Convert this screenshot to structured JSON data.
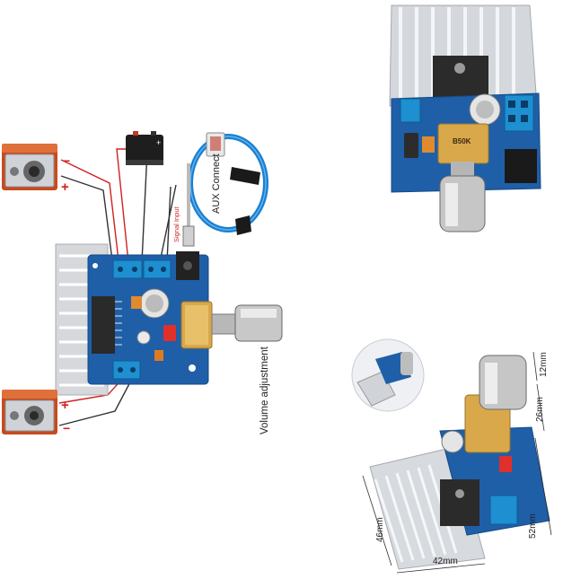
{
  "labels": {
    "minus": "−",
    "plus": "+",
    "aux_connect": "AUX Connect",
    "signal_input": "Signal Input",
    "volume_adjustment": "Volume adjustment",
    "pot_value": "B50K"
  },
  "dimensions": {
    "height_mm": "46mm",
    "width_mm": "42mm",
    "depth_mm": "52mm",
    "knob_height_mm": "26mm",
    "knob_top_mm": "12mm"
  },
  "colors": {
    "pcb": "#1f5fa8",
    "terminal": "#1e8fd0",
    "heatsink": "#d6d8dc",
    "speaker_body": "#c84a1c",
    "wire_red": "#d22020",
    "wire_dark": "#333333",
    "aux_cable": "#1a7fd0"
  }
}
